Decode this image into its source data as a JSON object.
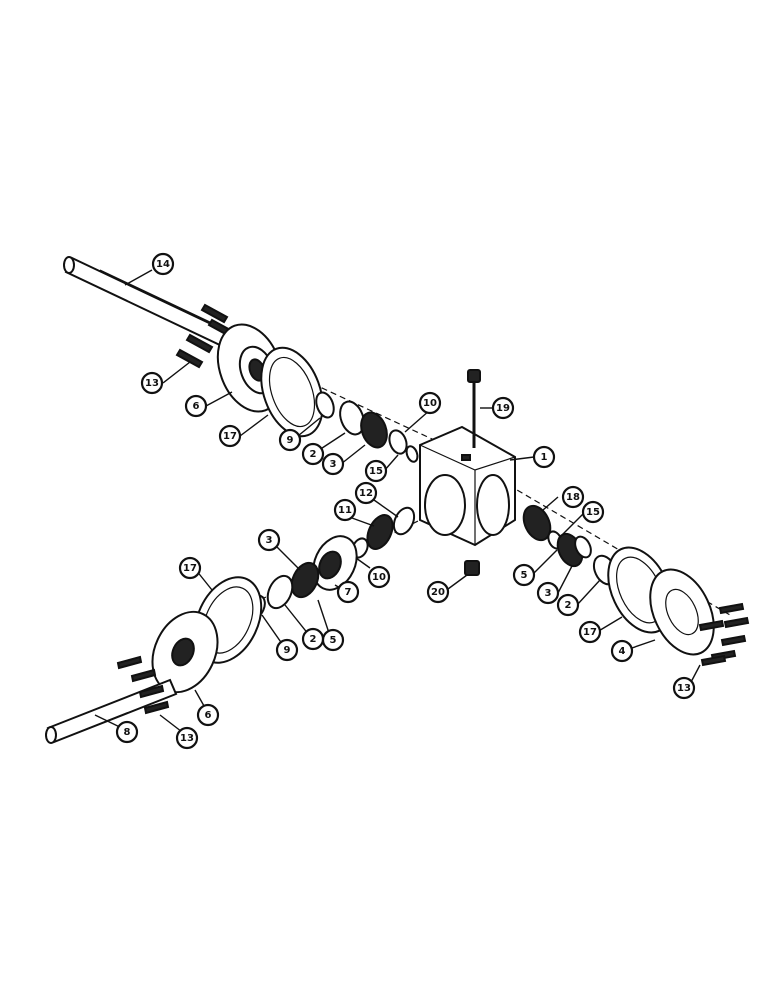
{
  "diagram": {
    "callouts": [
      {
        "id": "c14a",
        "label": "14"
      },
      {
        "id": "c13a",
        "label": "13"
      },
      {
        "id": "c6a",
        "label": "6"
      },
      {
        "id": "c17a",
        "label": "17"
      },
      {
        "id": "c9a",
        "label": "9"
      },
      {
        "id": "c2a",
        "label": "2"
      },
      {
        "id": "c3a",
        "label": "3"
      },
      {
        "id": "c15a",
        "label": "15"
      },
      {
        "id": "c10a",
        "label": "10"
      },
      {
        "id": "c19",
        "label": "19"
      },
      {
        "id": "c1",
        "label": "1"
      },
      {
        "id": "c12",
        "label": "12"
      },
      {
        "id": "c11",
        "label": "11"
      },
      {
        "id": "c10b",
        "label": "10"
      },
      {
        "id": "c7",
        "label": "7"
      },
      {
        "id": "c20",
        "label": "20"
      },
      {
        "id": "c18",
        "label": "18"
      },
      {
        "id": "c15b",
        "label": "15"
      },
      {
        "id": "c5a",
        "label": "5"
      },
      {
        "id": "c3b",
        "label": "3"
      },
      {
        "id": "c2b",
        "label": "2"
      },
      {
        "id": "c17b",
        "label": "17"
      },
      {
        "id": "c4",
        "label": "4"
      },
      {
        "id": "c13b",
        "label": "13"
      },
      {
        "id": "c3c",
        "label": "3"
      },
      {
        "id": "c17c",
        "label": "17"
      },
      {
        "id": "c9b",
        "label": "9"
      },
      {
        "id": "c2c",
        "label": "2"
      },
      {
        "id": "c5b",
        "label": "5"
      },
      {
        "id": "c6b",
        "label": "6"
      },
      {
        "id": "c8",
        "label": "8"
      },
      {
        "id": "c13c",
        "label": "13"
      }
    ]
  }
}
